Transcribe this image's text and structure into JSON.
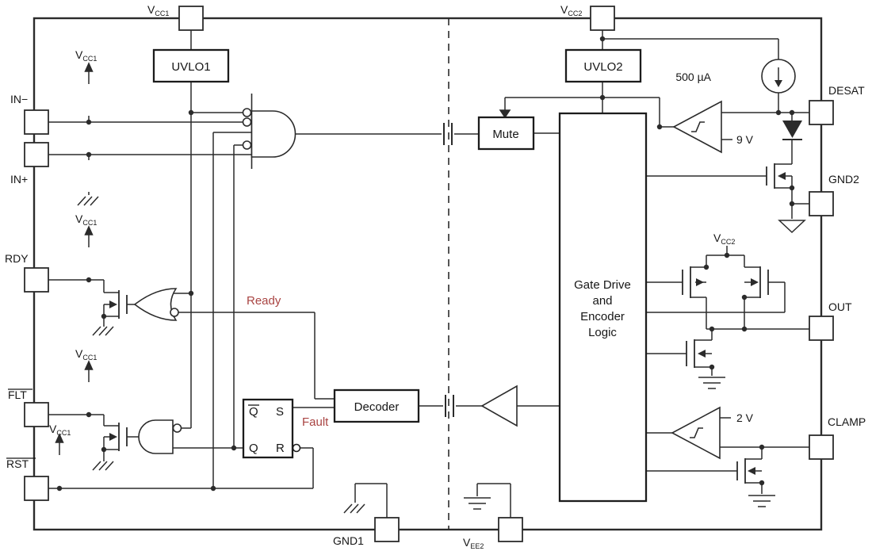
{
  "pins": {
    "vcc1": {
      "base": "V",
      "sub": "CC1"
    },
    "vcc2": {
      "base": "V",
      "sub": "CC2"
    },
    "vee2": {
      "base": "V",
      "sub": "EE2"
    },
    "in_minus": "IN−",
    "in_plus": "IN+",
    "rdy": "RDY",
    "flt": "FLT",
    "rst": "RST",
    "gnd1": "GND1",
    "gnd2": "GND2",
    "desat": "DESAT",
    "out": "OUT",
    "clamp": "CLAMP"
  },
  "blocks": {
    "uvlo1": "UVLO1",
    "uvlo2": "UVLO2",
    "mute": "Mute",
    "decoder": "Decoder",
    "gate_drive": [
      "Gate Drive",
      "and",
      "Encoder",
      "Logic"
    ]
  },
  "latch": {
    "qbar": "Q",
    "s": "S",
    "q": "Q",
    "r": "R"
  },
  "signals": {
    "ready": "Ready",
    "fault": "Fault"
  },
  "values": {
    "current_source": "500 µA",
    "desat_threshold": "9 V",
    "clamp_threshold": "2 V"
  },
  "colors": {
    "line": "#2b2b2b",
    "annotation": "#A94442",
    "background": "#ffffff"
  }
}
